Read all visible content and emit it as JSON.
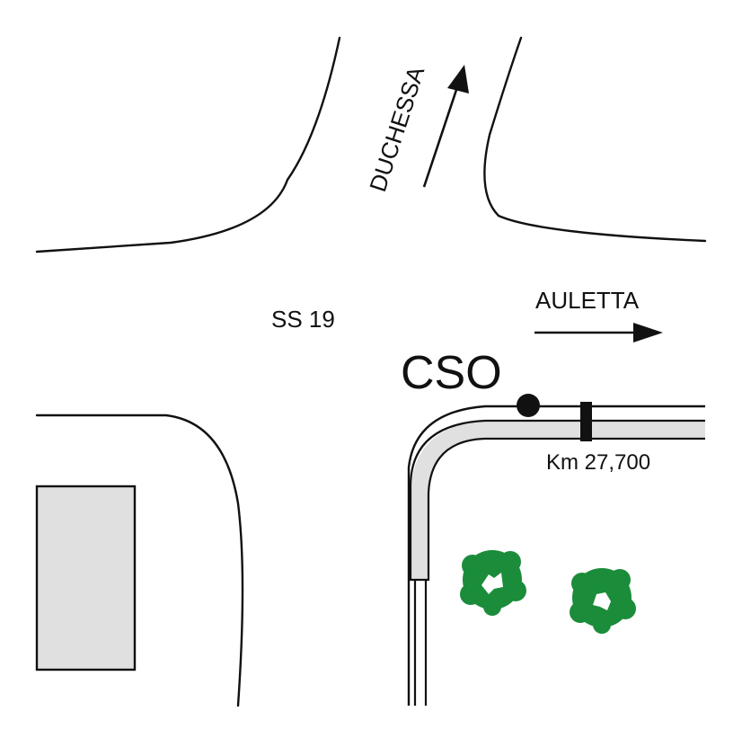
{
  "map": {
    "labels": {
      "duchessa": "DUCHESSA",
      "auletta": "AULETTA",
      "ss19": "SS 19",
      "cso": "CSO",
      "km": "Km 27,700"
    },
    "colors": {
      "line": "#111111",
      "building_fill": "#e0e0e0",
      "sidewalk_fill": "#e0e0e0",
      "tree_fill": "#1b8c3a",
      "background": "#ffffff"
    },
    "icons": [
      "arrow-icon",
      "marker-dot-icon",
      "km-post-icon",
      "tree-icon"
    ]
  }
}
